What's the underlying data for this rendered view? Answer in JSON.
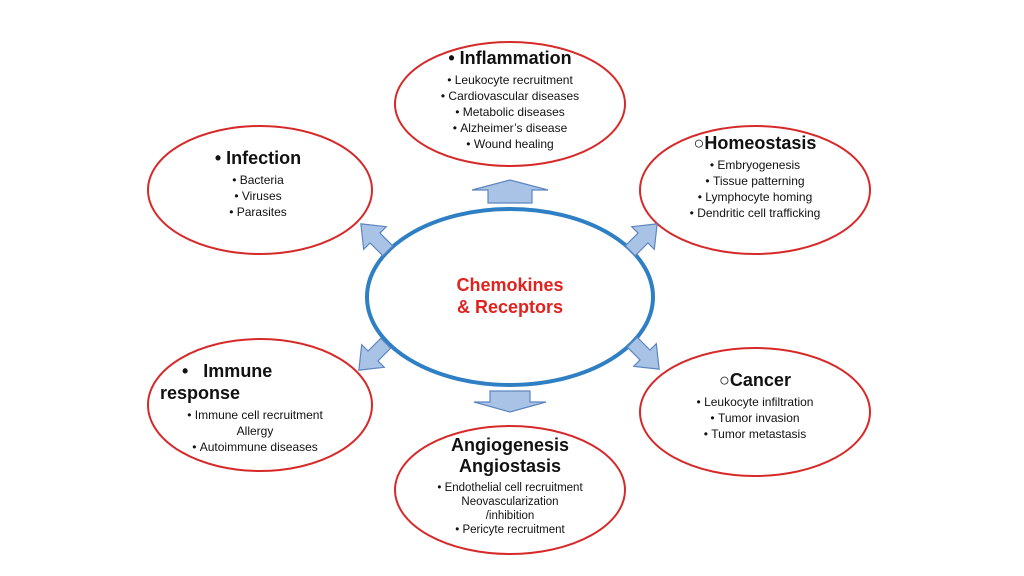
{
  "center": {
    "line1": "Chemokines",
    "line2": "& Receptors"
  },
  "colors": {
    "node_outline": "#d62a2a",
    "center_outline": "#2f7fc4",
    "center_text": "#e0231f",
    "arrow_fill": "#a9c3e6"
  },
  "nodes": {
    "inflammation": {
      "title": "• Inflammation",
      "items": [
        "Leukocyte recruitment",
        "Cardiovascular diseases",
        "Metabolic diseases",
        "Alzheimer’s disease",
        "Wound healing"
      ]
    },
    "homeostasis": {
      "title": "○Homeostasis",
      "items": [
        "Embryogenesis",
        "Tissue patterning",
        "Lymphocyte homing",
        "Dendritic cell trafficking"
      ]
    },
    "infection": {
      "title": "• Infection",
      "items": [
        "Bacteria",
        "Viruses",
        "Parasites"
      ]
    },
    "immune": {
      "title_line1": "•   Immune",
      "title_line2": "response",
      "items": [
        "Immune cell recruitment  Allergy",
        "Autoimmune diseases"
      ]
    },
    "cancer": {
      "title": "○Cancer",
      "items": [
        "Leukocyte infiltration",
        "Tumor invasion",
        "Tumor metastasis"
      ]
    },
    "angio": {
      "title_line1": "Angiogenesis",
      "title_line2": "Angiostasis",
      "items": [
        "Endothelial cell recruitment",
        "Neovascularization",
        "/inhibition",
        "Pericyte recruitment"
      ]
    }
  }
}
